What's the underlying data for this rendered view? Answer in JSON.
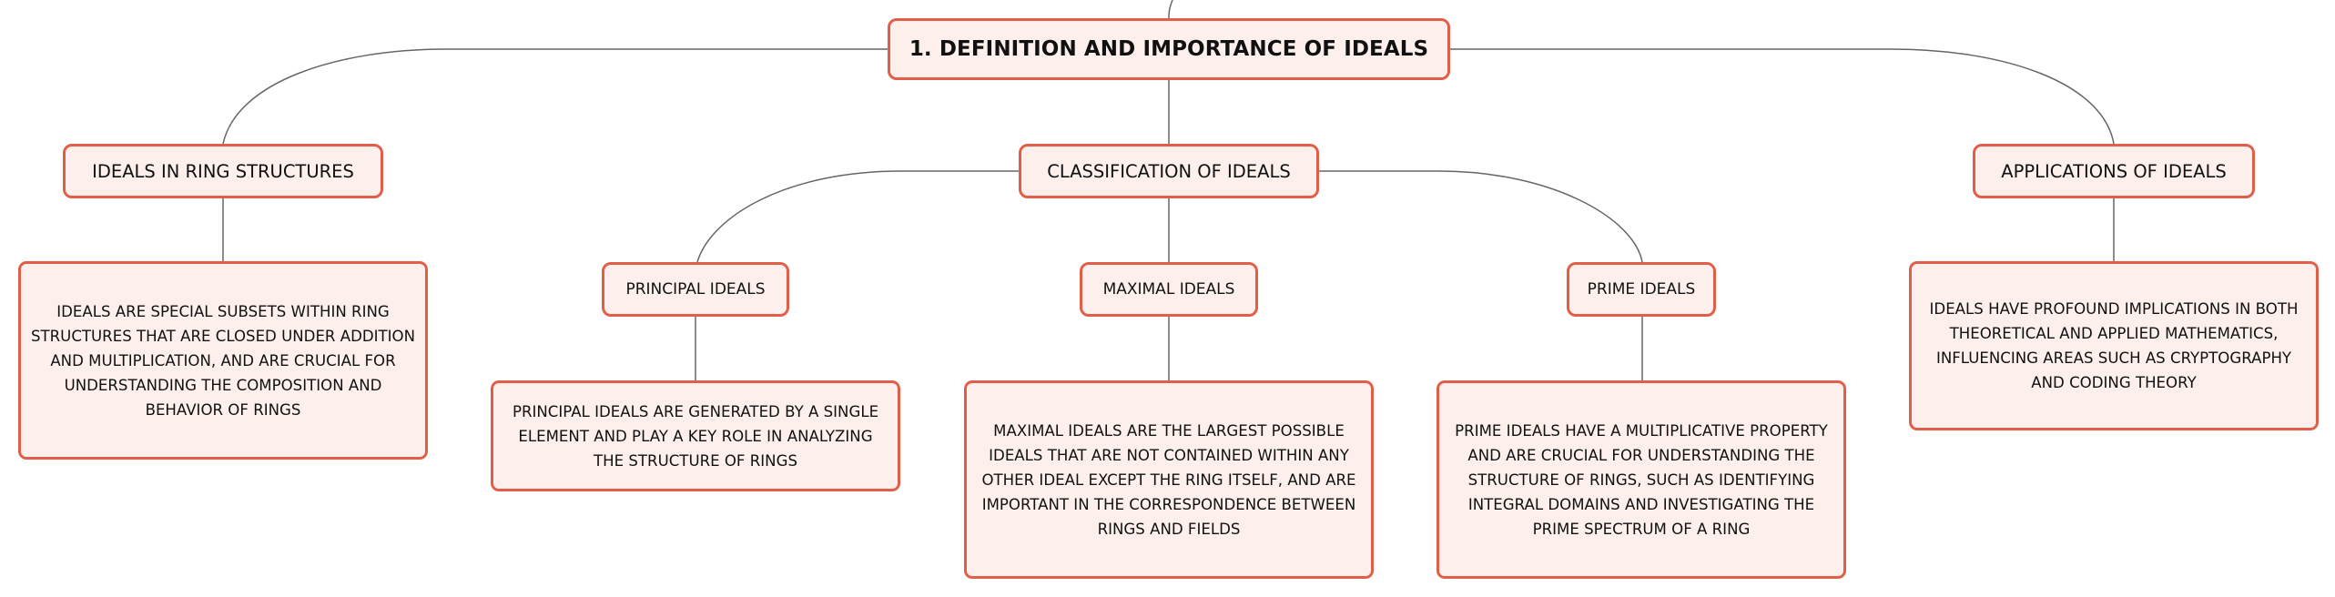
{
  "colors": {
    "node_fill": "#fdf0ec",
    "node_border": "#e15f49",
    "connector": "#666666",
    "text": "#111111"
  },
  "root": {
    "label": "1. DEFINITION AND IMPORTANCE OF IDEALS"
  },
  "branches": {
    "ring_structures": {
      "label": "IDEALS IN RING STRUCTURES",
      "detail": "IDEALS ARE SPECIAL SUBSETS WITHIN RING STRUCTURES THAT ARE CLOSED UNDER ADDITION AND MULTIPLICATION, AND ARE CRUCIAL FOR UNDERSTANDING THE COMPOSITION AND BEHAVIOR OF RINGS"
    },
    "classification": {
      "label": "CLASSIFICATION OF IDEALS",
      "children": {
        "principal": {
          "label": "PRINCIPAL IDEALS",
          "detail": "PRINCIPAL IDEALS ARE GENERATED BY A SINGLE ELEMENT AND PLAY A KEY ROLE IN ANALYZING THE STRUCTURE OF RINGS"
        },
        "maximal": {
          "label": "MAXIMAL IDEALS",
          "detail": "MAXIMAL IDEALS ARE THE LARGEST POSSIBLE IDEALS THAT ARE NOT CONTAINED WITHIN ANY OTHER IDEAL EXCEPT THE RING ITSELF, AND ARE IMPORTANT IN THE CORRESPONDENCE BETWEEN RINGS AND FIELDS"
        },
        "prime": {
          "label": "PRIME IDEALS",
          "detail": "PRIME IDEALS HAVE A MULTIPLICATIVE PROPERTY AND ARE CRUCIAL FOR UNDERSTANDING THE STRUCTURE OF RINGS, SUCH AS IDENTIFYING INTEGRAL DOMAINS AND INVESTIGATING THE PRIME SPECTRUM OF A RING"
        }
      }
    },
    "applications": {
      "label": "APPLICATIONS OF IDEALS",
      "detail": "IDEALS HAVE PROFOUND IMPLICATIONS IN BOTH THEORETICAL AND APPLIED MATHEMATICS, INFLUENCING AREAS SUCH AS CRYPTOGRAPHY AND CODING THEORY"
    }
  }
}
